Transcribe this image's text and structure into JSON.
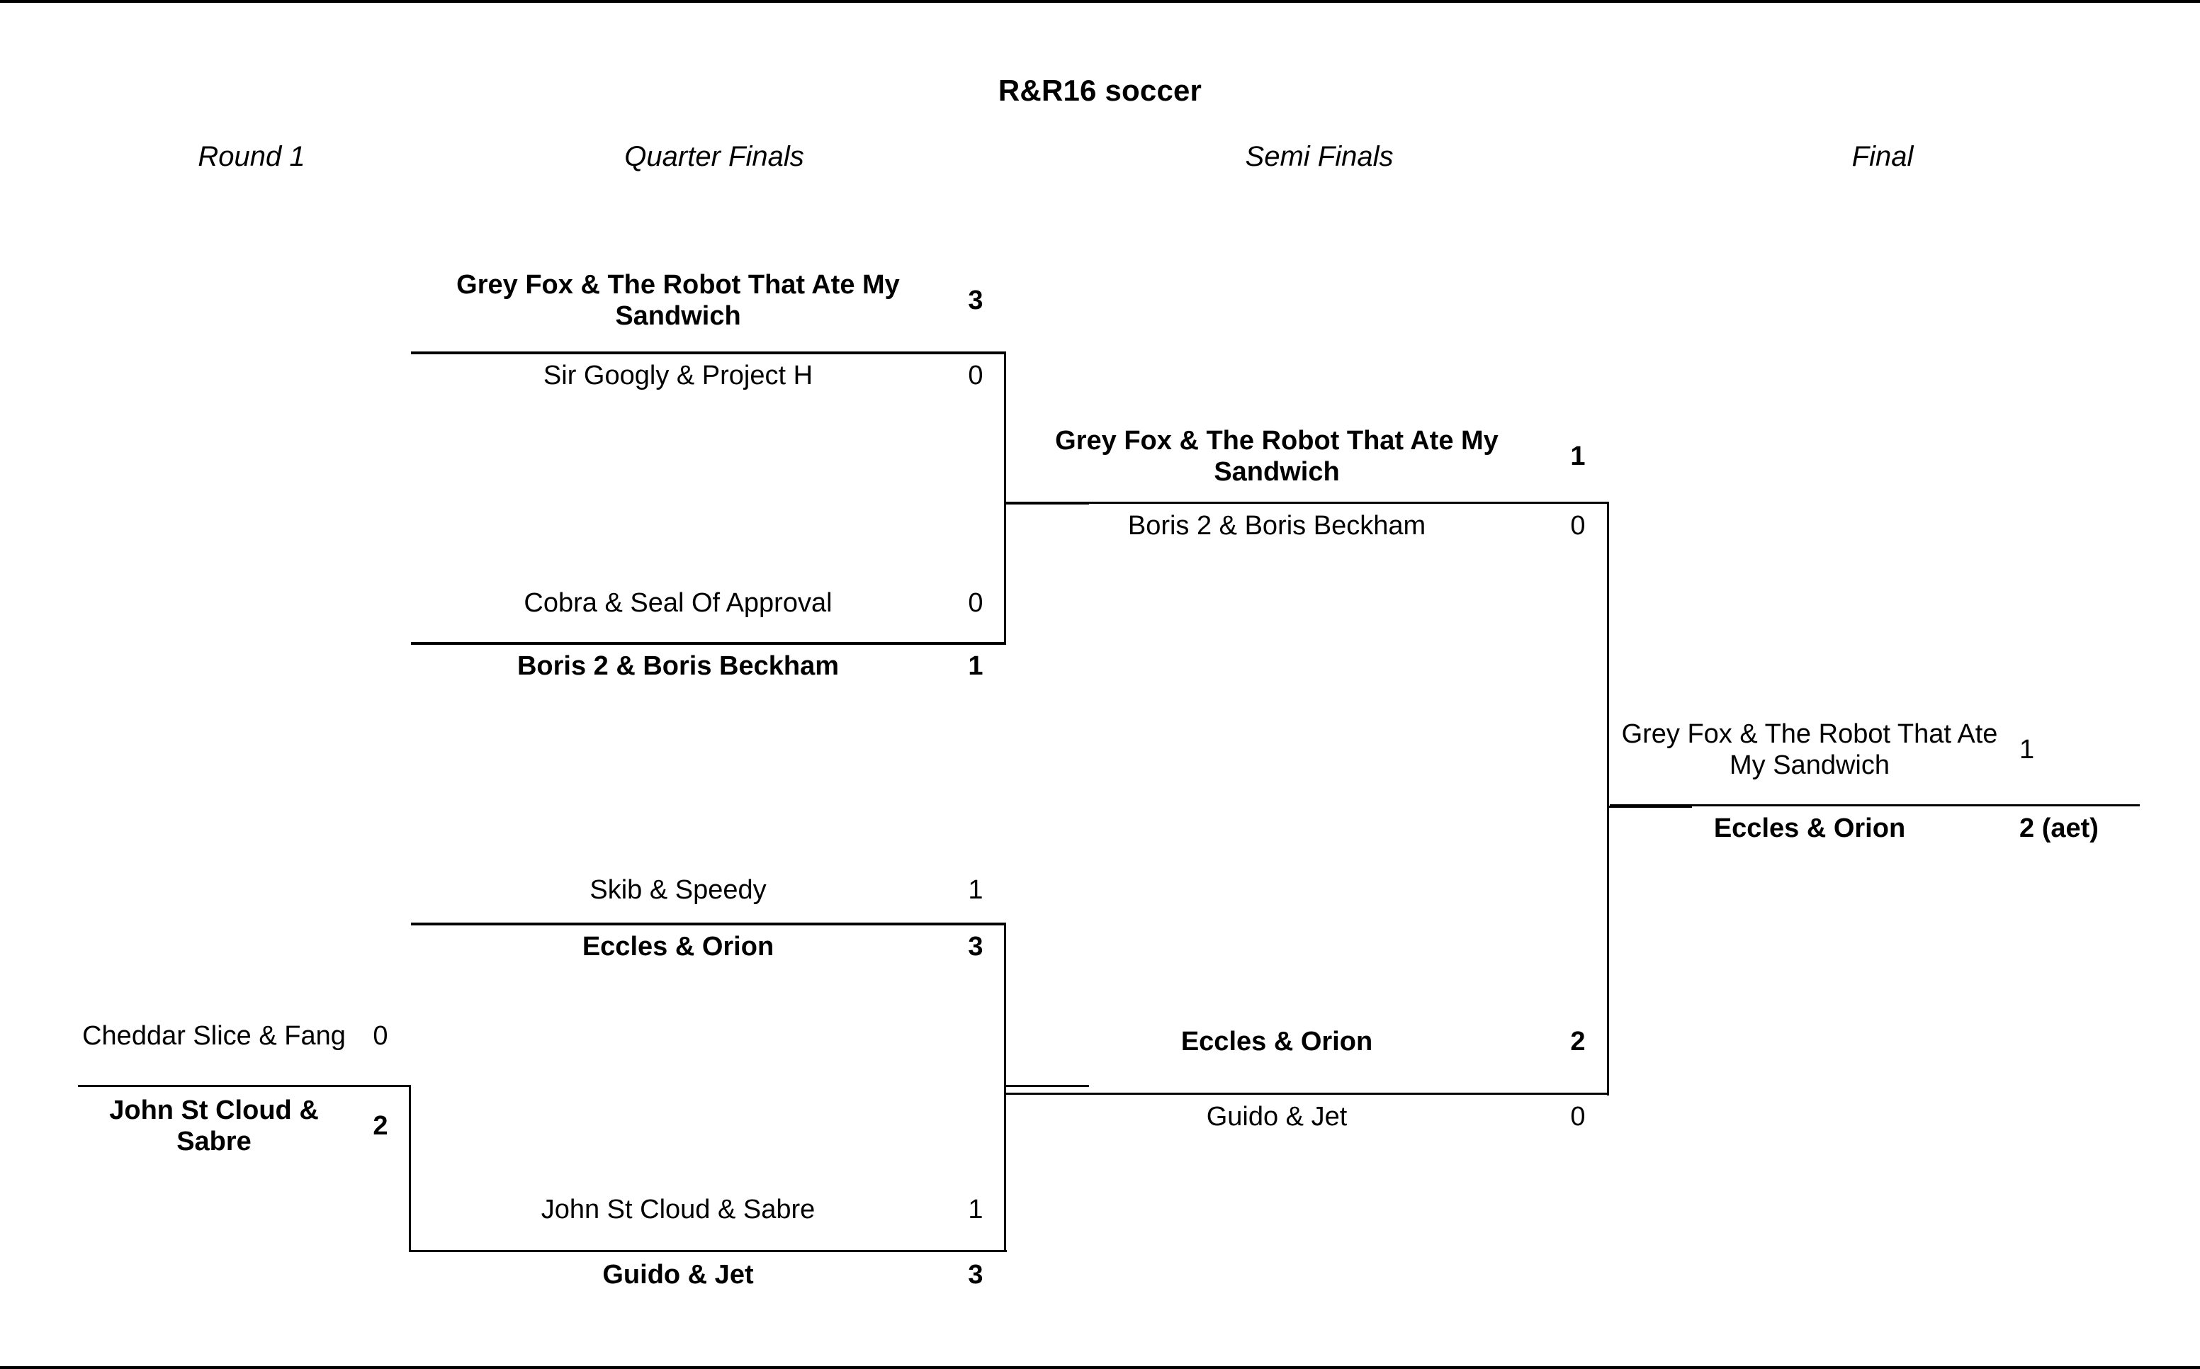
{
  "title": "R&R16 soccer",
  "rounds": [
    {
      "label": "Round 1"
    },
    {
      "label": "Quarter Finals"
    },
    {
      "label": "Semi Finals"
    },
    {
      "label": "Final"
    }
  ],
  "chart_data": {
    "type": "table",
    "title": "R&R16 soccer",
    "rounds": [
      "Round 1",
      "Quarter Finals",
      "Semi Finals",
      "Final"
    ],
    "matches": [
      {
        "round": "Quarter Finals",
        "top": {
          "team": "Grey Fox & The Robot That Ate My Sandwich",
          "score": "3",
          "winner": true
        },
        "bottom": {
          "team": "Sir Googly & Project H",
          "score": "0",
          "winner": false
        }
      },
      {
        "round": "Quarter Finals",
        "top": {
          "team": "Cobra & Seal Of Approval",
          "score": "0",
          "winner": false
        },
        "bottom": {
          "team": "Boris 2 & Boris Beckham",
          "score": "1",
          "winner": true
        }
      },
      {
        "round": "Round 1",
        "top": {
          "team": "Cheddar Slice & Fang",
          "score": "0",
          "winner": false
        },
        "bottom": {
          "team": "John St Cloud & Sabre",
          "score": "2",
          "winner": true
        }
      },
      {
        "round": "Quarter Finals",
        "top": {
          "team": "Skib & Speedy",
          "score": "1",
          "winner": false
        },
        "bottom": {
          "team": "Eccles & Orion",
          "score": "3",
          "winner": true
        }
      },
      {
        "round": "Quarter Finals",
        "top": {
          "team": "John St Cloud & Sabre",
          "score": "1",
          "winner": false
        },
        "bottom": {
          "team": "Guido & Jet",
          "score": "3",
          "winner": true
        }
      },
      {
        "round": "Semi Finals",
        "top": {
          "team": "Grey Fox & The Robot That Ate My Sandwich",
          "score": "1",
          "winner": true
        },
        "bottom": {
          "team": "Boris 2 & Boris Beckham",
          "score": "0",
          "winner": false
        }
      },
      {
        "round": "Semi Finals",
        "top": {
          "team": "Eccles & Orion",
          "score": "2",
          "winner": true
        },
        "bottom": {
          "team": "Guido & Jet",
          "score": "0",
          "winner": false
        }
      },
      {
        "round": "Final",
        "top": {
          "team": "Grey Fox & The Robot That Ate My Sandwich",
          "score": "1",
          "winner": false
        },
        "bottom": {
          "team": "Eccles & Orion",
          "score": "2 (aet)",
          "winner": true
        }
      }
    ],
    "champion": "Eccles & Orion"
  },
  "bracket": {
    "round1": {
      "m1": {
        "top_team": "Cheddar Slice & Fang",
        "top_score": "0",
        "bottom_team": "John St Cloud & Sabre",
        "bottom_score": "2"
      }
    },
    "quarters": {
      "m1": {
        "top_team": "Grey Fox & The Robot That Ate My Sandwich",
        "top_score": "3",
        "bottom_team": "Sir Googly & Project H",
        "bottom_score": "0"
      },
      "m2": {
        "top_team": "Cobra & Seal Of Approval",
        "top_score": "0",
        "bottom_team": "Boris 2 & Boris Beckham",
        "bottom_score": "1"
      },
      "m3": {
        "top_team": "Skib & Speedy",
        "top_score": "1",
        "bottom_team": "Eccles & Orion",
        "bottom_score": "3"
      },
      "m4": {
        "top_team": "John St Cloud & Sabre",
        "top_score": "1",
        "bottom_team": "Guido & Jet",
        "bottom_score": "3"
      }
    },
    "semis": {
      "m1": {
        "top_team": "Grey Fox & The Robot That Ate My Sandwich",
        "top_score": "1",
        "bottom_team": "Boris 2 & Boris Beckham",
        "bottom_score": "0"
      },
      "m2": {
        "top_team": "Eccles & Orion",
        "top_score": "2",
        "bottom_team": "Guido & Jet",
        "bottom_score": "0"
      }
    },
    "final": {
      "m1": {
        "top_team": "Grey Fox & The Robot That Ate My Sandwich",
        "top_score": "1",
        "bottom_team": "Eccles & Orion",
        "bottom_score": "2 (aet)"
      }
    }
  }
}
